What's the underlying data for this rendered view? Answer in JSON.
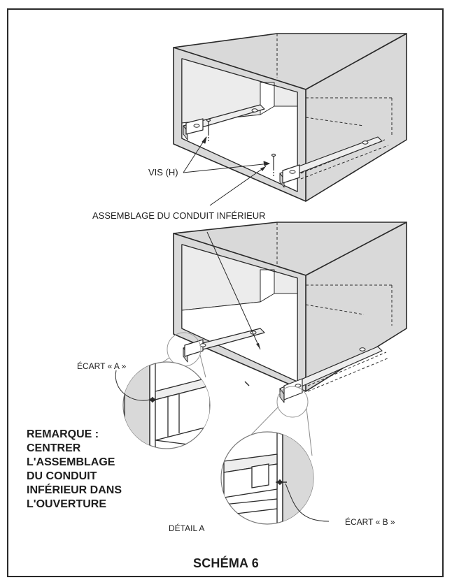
{
  "labels": {
    "screws": "VIS (H)",
    "lower_duct_assembly": "ASSEMBLAGE DU CONDUIT INFÉRIEUR",
    "gap_a": "ÉCART « A »",
    "gap_b": "ÉCART « B »",
    "detail_a": "DÉTAIL A"
  },
  "note": {
    "lines": [
      "REMARQUE :",
      "CENTRER",
      "L'ASSEMBLAGE",
      "DU CONDUIT",
      "INFÉRIEUR DANS",
      "L'OUVERTURE"
    ]
  },
  "title": "SCHÉMA 6",
  "colors": {
    "shade": "#d9d9d9",
    "line": "#2a2a2a",
    "detail_circle": "#7a7a7a"
  }
}
